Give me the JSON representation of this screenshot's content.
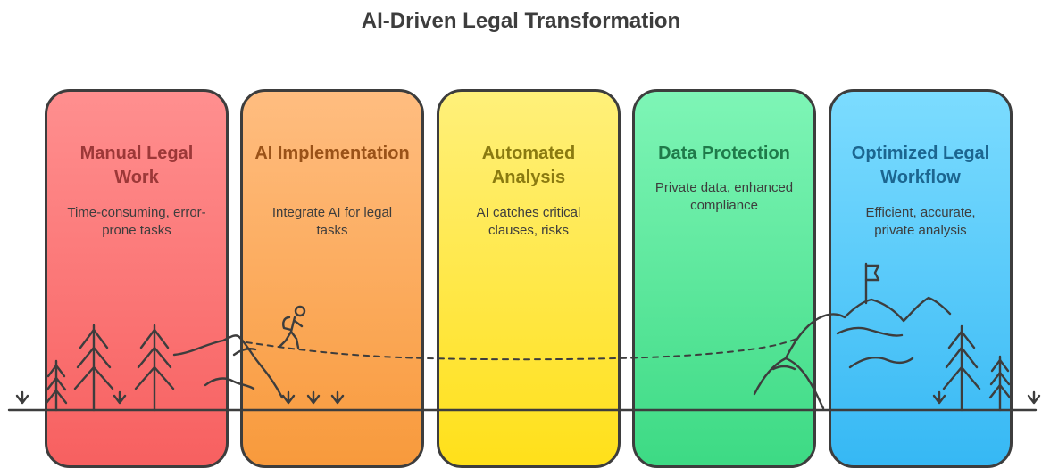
{
  "title": "AI-Driven Legal Transformation",
  "stages": [
    {
      "title": "Manual Legal Work",
      "description": "Time-consuming, error-prone tasks",
      "color_top": "#ff8f8f",
      "color_bottom": "#f76060",
      "title_color": "#9c3838"
    },
    {
      "title": "AI Implementation",
      "description": "Integrate AI for legal tasks",
      "color_top": "#ffbd80",
      "color_bottom": "#f89a3c",
      "title_color": "#9a5218"
    },
    {
      "title": "Automated Analysis",
      "description": "AI catches critical clauses, risks",
      "color_top": "#fff07a",
      "color_bottom": "#ffe01a",
      "title_color": "#8a7a10"
    },
    {
      "title": "Data Protection",
      "description": "Private data, enhanced compliance",
      "color_top": "#7ef5b6",
      "color_bottom": "#3dda84",
      "title_color": "#1f7a4a"
    },
    {
      "title": "Optimized Legal Workflow",
      "description": "Efficient, accurate, private analysis",
      "color_top": "#7cdcff",
      "color_bottom": "#36b8f4",
      "title_color": "#1c6690"
    }
  ]
}
